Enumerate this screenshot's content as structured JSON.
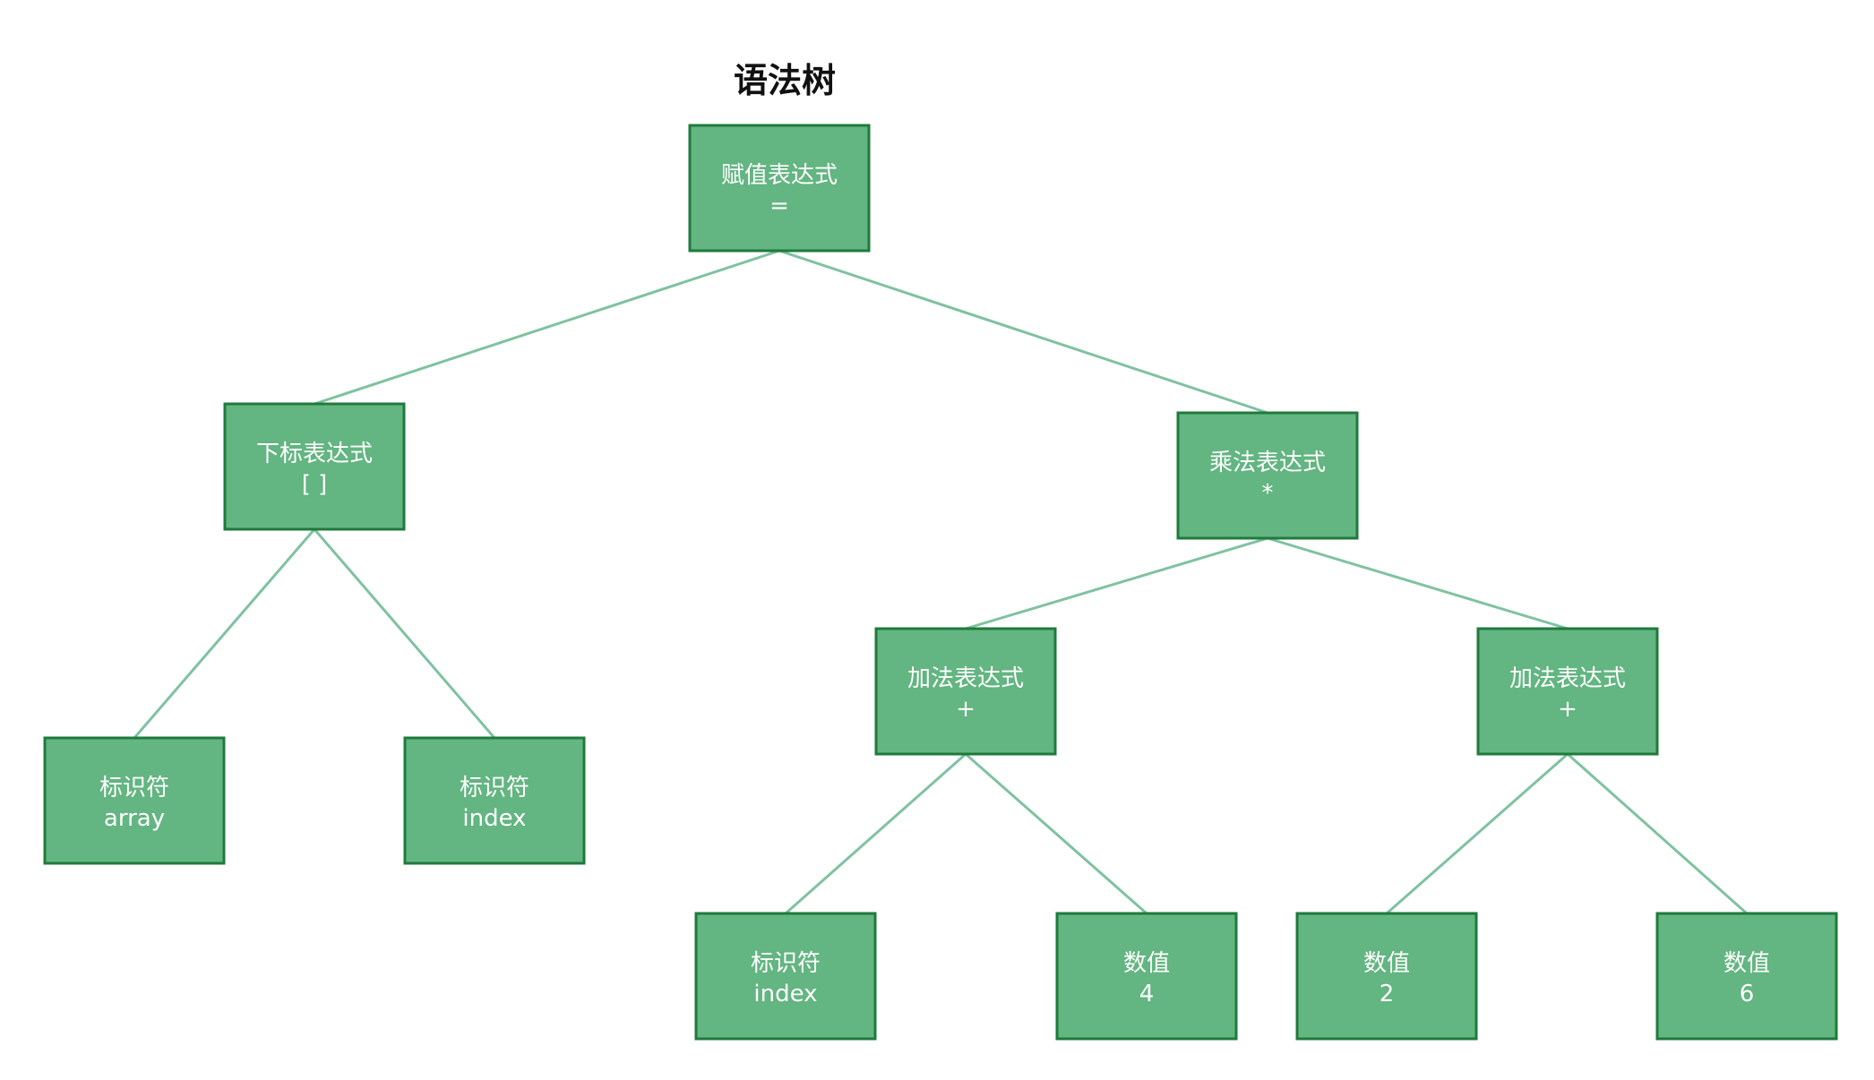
{
  "title": "语法树",
  "colors": {
    "node_fill": "#63b581",
    "node_border": "#1f7a3c",
    "edge": "#7fc2a0",
    "node_text": "#ffffff",
    "title_text": "#111111"
  },
  "tree": {
    "nodes": [
      {
        "id": "assign",
        "label": "赋值表达式",
        "op": "="
      },
      {
        "id": "subscript",
        "label": "下标表达式",
        "op": "[ ]"
      },
      {
        "id": "mul",
        "label": "乘法表达式",
        "op": "*"
      },
      {
        "id": "ident-array",
        "label": "标识符",
        "op": "array"
      },
      {
        "id": "ident-index-1",
        "label": "标识符",
        "op": "index"
      },
      {
        "id": "add-1",
        "label": "加法表达式",
        "op": "+"
      },
      {
        "id": "add-2",
        "label": "加法表达式",
        "op": "+"
      },
      {
        "id": "ident-index-2",
        "label": "标识符",
        "op": "index"
      },
      {
        "id": "num-4",
        "label": "数值",
        "op": "4"
      },
      {
        "id": "num-2",
        "label": "数值",
        "op": "2"
      },
      {
        "id": "num-6",
        "label": "数值",
        "op": "6"
      }
    ],
    "edges": [
      [
        "assign",
        "subscript"
      ],
      [
        "assign",
        "mul"
      ],
      [
        "subscript",
        "ident-array"
      ],
      [
        "subscript",
        "ident-index-1"
      ],
      [
        "mul",
        "add-1"
      ],
      [
        "mul",
        "add-2"
      ],
      [
        "add-1",
        "ident-index-2"
      ],
      [
        "add-1",
        "num-4"
      ],
      [
        "add-2",
        "num-2"
      ],
      [
        "add-2",
        "num-6"
      ]
    ]
  }
}
